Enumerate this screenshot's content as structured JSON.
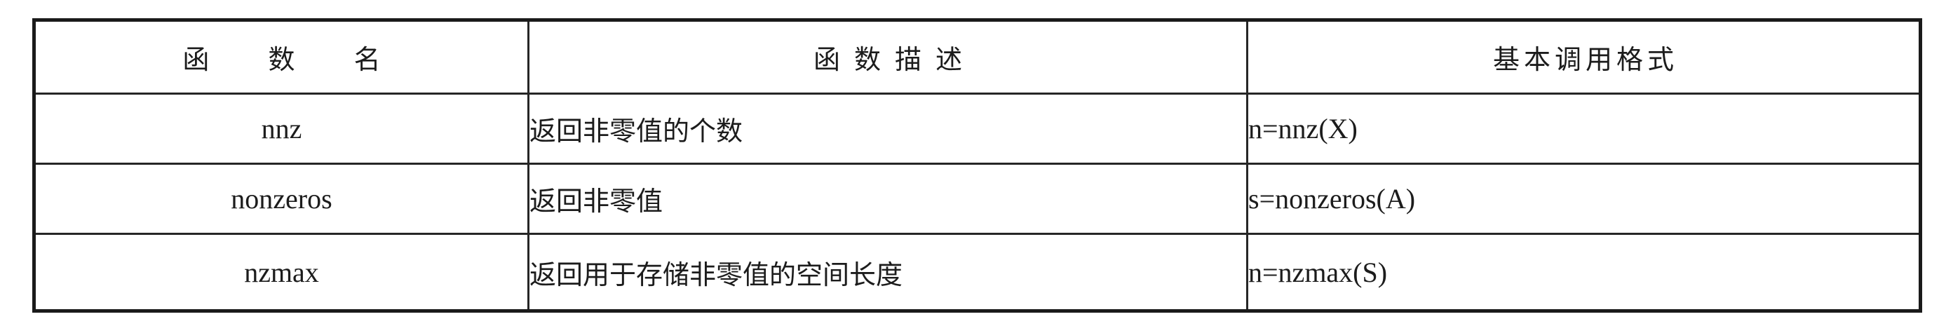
{
  "table": {
    "headers": [
      "函 数 名",
      "函数描述",
      "基本调用格式"
    ],
    "rows": [
      {
        "name": "nnz",
        "description": "返回非零值的个数",
        "syntax": "n=nnz(X)"
      },
      {
        "name": "nonzeros",
        "description": "返回非零值",
        "syntax": "s=nonzeros(A)"
      },
      {
        "name": "nzmax",
        "description": "返回用于存储非零值的空间长度",
        "syntax": "n=nzmax(S)"
      }
    ]
  }
}
